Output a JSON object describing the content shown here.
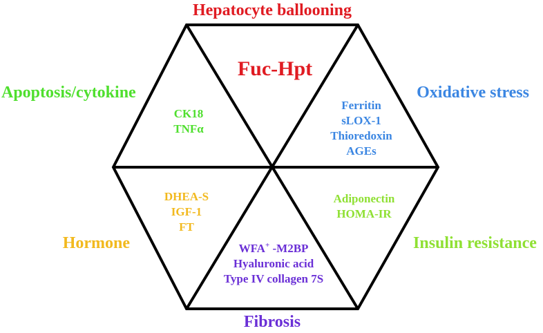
{
  "colors": {
    "red": "#e01b22",
    "green": "#4fdf2e",
    "blue": "#3b86e2",
    "yellow_green": "#8fe033",
    "orange": "#f2b91e",
    "purple": "#6a2fd6",
    "line": "#000000"
  },
  "outer_labels": {
    "top": "Hepatocyte ballooning",
    "upper_left": "Apoptosis/cytokine",
    "upper_right": "Oxidative stress",
    "lower_left": "Hormone",
    "lower_right": "Insulin resistance",
    "bottom": "Fibrosis"
  },
  "segments": {
    "top": {
      "items": [
        "Fuc-Hpt"
      ]
    },
    "upper_left": {
      "items": [
        "CK18",
        "TNFα"
      ]
    },
    "upper_right": {
      "items": [
        "Ferritin",
        "sLOX-1",
        "Thioredoxin",
        "AGEs"
      ]
    },
    "lower_left": {
      "items": [
        "DHEA-S",
        "IGF-1",
        "FT"
      ]
    },
    "lower_right": {
      "items": [
        "Adiponectin",
        "HOMA-IR"
      ]
    },
    "bottom": {
      "wfa_base": "WFA",
      "wfa_sup": "+",
      "wfa_rest": " -M2BP",
      "items": [
        "Hyaluronic acid",
        "Type IV collagen 7S"
      ]
    }
  }
}
